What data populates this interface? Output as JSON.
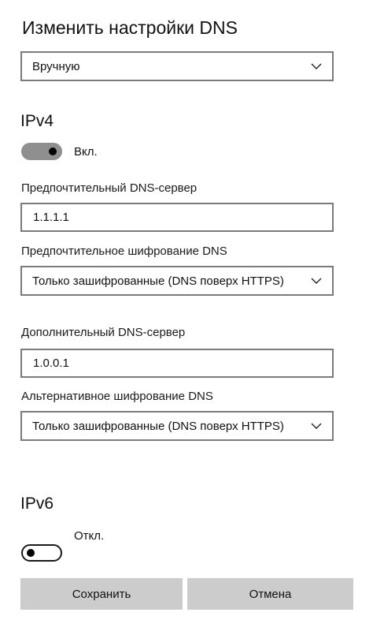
{
  "title": "Изменить настройки DNS",
  "mode_select": {
    "value": "Вручную",
    "icon": "chevron-down-icon"
  },
  "ipv4": {
    "heading": "IPv4",
    "toggle": {
      "state": "on",
      "label": "Вкл."
    },
    "preferred_dns_label": "Предпочтительный DNS-сервер",
    "preferred_dns_value": "1.1.1.1",
    "preferred_encryption_label": "Предпочтительное шифрование DNS",
    "preferred_encryption_value": "Только зашифрованные (DNS поверх HTTPS)",
    "alternate_dns_label": "Дополнительный DNS-сервер",
    "alternate_dns_value": "1.0.0.1",
    "alternate_encryption_label": "Альтернативное шифрование DNS",
    "alternate_encryption_value": "Только зашифрованные (DNS поверх HTTPS)"
  },
  "ipv6": {
    "heading": "IPv6",
    "toggle": {
      "state": "off",
      "label": "Откл."
    }
  },
  "buttons": {
    "save": "Сохранить",
    "cancel": "Отмена"
  },
  "colors": {
    "field_border": "#7a7a7a",
    "toggle_on": "#8f8f8f",
    "button_bg": "#cccccc"
  }
}
